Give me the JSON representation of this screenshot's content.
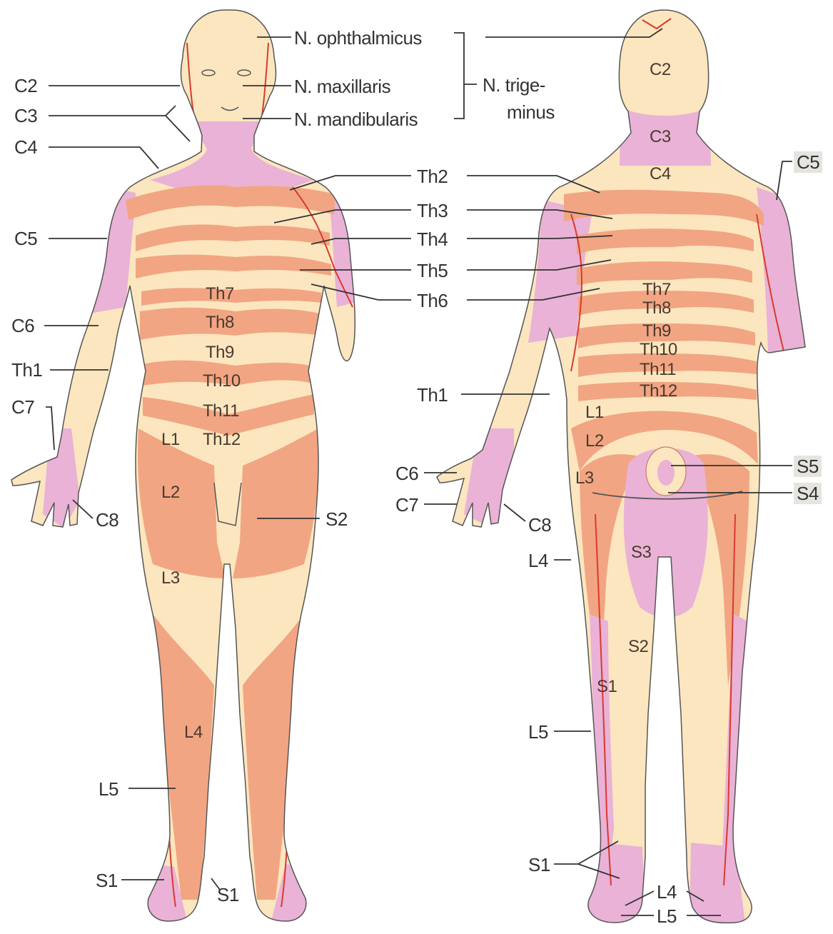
{
  "front": {
    "trigeminal": {
      "ophthalmicus": "N. ophthalmicus",
      "maxillaris": "N. maxillaris",
      "mandibularis": "N. mandibularis",
      "group_line1": "N. trige-",
      "group_line2": "minus"
    },
    "left_labels": [
      "C2",
      "C3",
      "C4",
      "C5",
      "C6",
      "Th1",
      "C7"
    ],
    "hand_label": "C8",
    "thoracic_callouts": [
      "Th2",
      "Th3",
      "Th4",
      "Th5",
      "Th6"
    ],
    "body_segments": [
      "Th7",
      "Th8",
      "Th9",
      "Th10",
      "Th11",
      "Th12",
      "L1",
      "L2",
      "L3",
      "L4"
    ],
    "s2": "S2",
    "l5": "L5",
    "s1_left": "S1",
    "s1_right": "S1"
  },
  "back": {
    "head": "C2",
    "neck": "C3",
    "shoulder": "C4",
    "c5": "C5",
    "th1": "Th1",
    "body_segments": [
      "Th7",
      "Th8",
      "Th9",
      "Th10",
      "Th11",
      "Th12",
      "L1",
      "L2",
      "L3"
    ],
    "sacral_right": [
      "S5",
      "S4"
    ],
    "hand_labels": [
      "C6",
      "C7",
      "C8"
    ],
    "l4": "L4",
    "s3": "S3",
    "s2": "S2",
    "s1": "S1",
    "l5": "L5",
    "foot_s1": "S1",
    "foot_l4": "L4",
    "foot_l5": "L5"
  },
  "colors": {
    "skin_light": "#fbe6bf",
    "orange_band": "#f2a582",
    "pink_zone": "#eab2d6",
    "nerve_red": "#d93a2e",
    "line": "#333333"
  }
}
